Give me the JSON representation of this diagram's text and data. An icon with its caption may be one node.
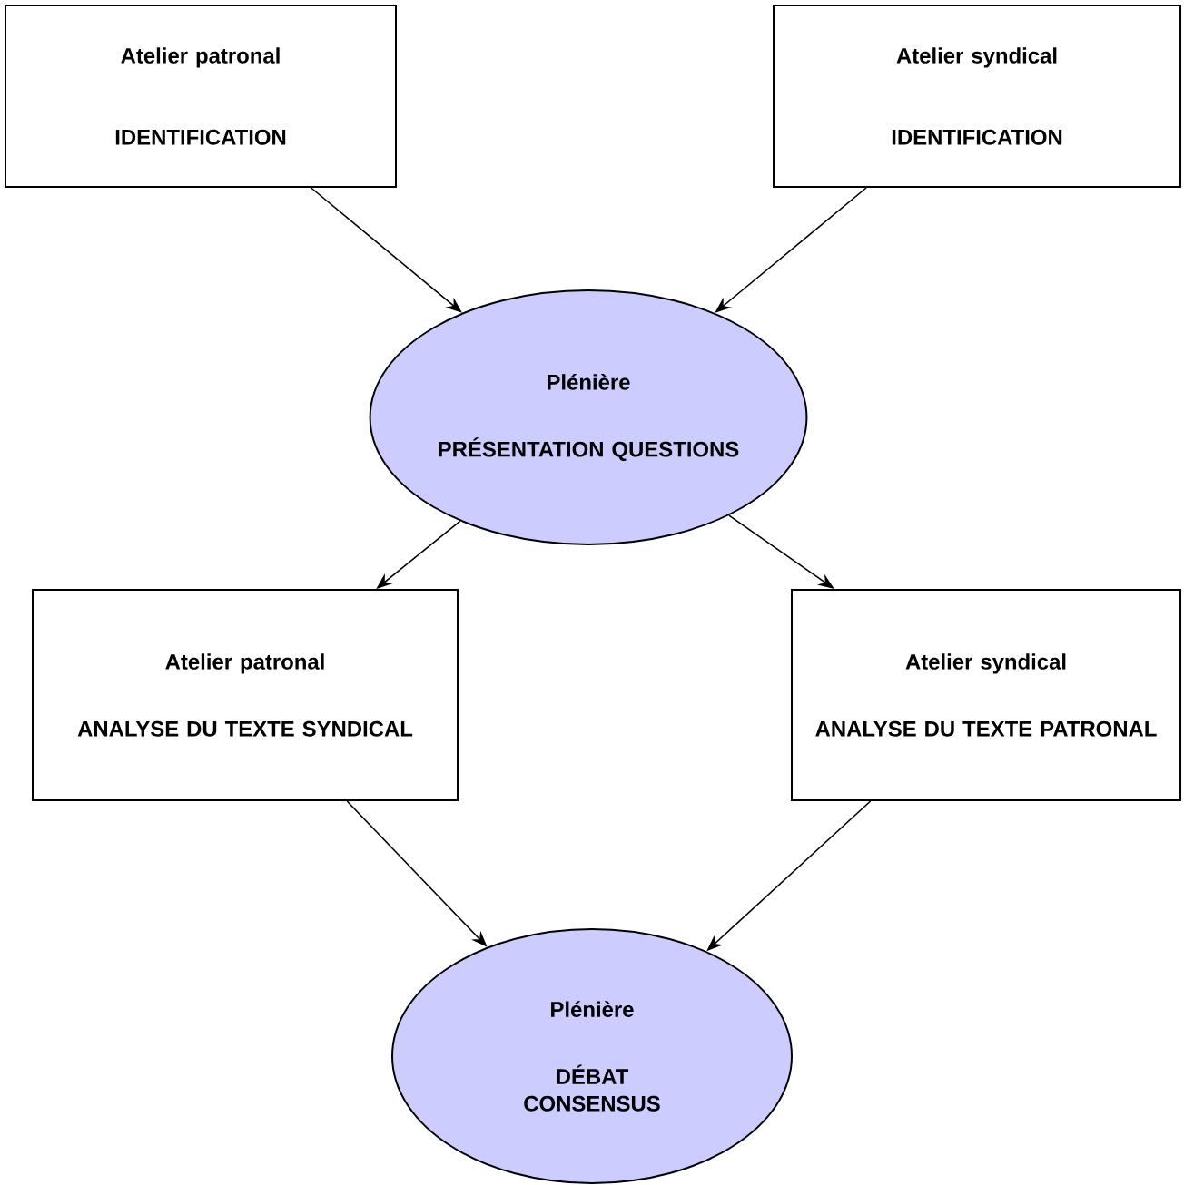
{
  "diagram": {
    "nodes": [
      {
        "text": [
          "Atelier patronal",
          "IDENTIFICATION"
        ]
      },
      {
        "text": [
          "Atelier syndical",
          "IDENTIFICATION"
        ]
      },
      {
        "text": [
          "Plénière",
          "PRÉSENTATION QUESTIONS"
        ]
      },
      {
        "text": [
          "Atelier patronal",
          "ANALYSE DU TEXTE SYNDICAL"
        ]
      },
      {
        "text": [
          "Atelier syndical",
          "ANALYSE DU TEXTE PATRONAL"
        ]
      },
      {
        "text": [
          "Plénière",
          "DÉBAT CONSENSUS"
        ]
      }
    ],
    "edges": [
      {
        "from": 0,
        "to": 2,
        "arrow": "to"
      },
      {
        "from": 1,
        "to": 2,
        "arrow": "to"
      },
      {
        "from": 2,
        "to": 3,
        "arrow": "to"
      },
      {
        "from": 2,
        "to": 4,
        "arrow": "to"
      },
      {
        "from": 3,
        "to": 5,
        "arrow": "to"
      },
      {
        "from": 4,
        "to": 5,
        "arrow": "to"
      }
    ]
  }
}
